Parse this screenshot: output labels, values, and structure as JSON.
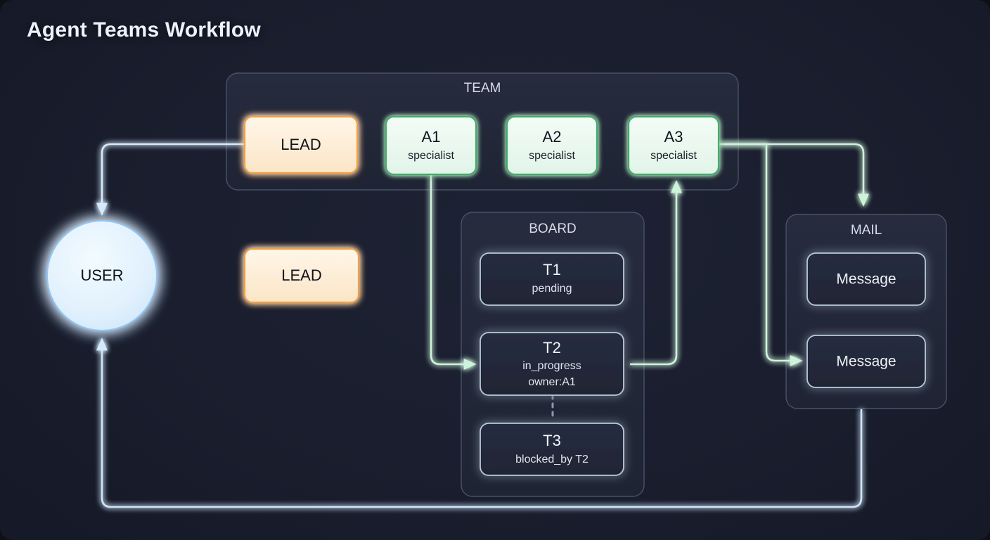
{
  "title": "Agent Teams Workflow",
  "theme": {
    "background": "#1a1e2e",
    "accent_blue": "#cfe6fb",
    "accent_green": "#c9f2d6",
    "accent_orange": "#f59f3c",
    "panel_fill": "#232839",
    "panel_border": "#4b5468",
    "node_dark_fill": "#232a3b",
    "node_dark_border": "#b9cadd",
    "lead_fill": "#fdf0dc",
    "lead_border": "#f0a143",
    "agent_fill": "#e9f7ee",
    "agent_border": "#3fae6a",
    "user_fill": "#ddeefc",
    "user_border": "#6fb6ef"
  },
  "nodes": {
    "user": {
      "label": "USER",
      "shape": "circle"
    },
    "lead_team": {
      "label": "LEAD",
      "shape": "rounded-rect"
    },
    "lead_main": {
      "label": "LEAD",
      "shape": "rounded-rect"
    }
  },
  "panels": {
    "team": {
      "title": "TEAM",
      "agents": [
        {
          "id": "A1",
          "name": "A1",
          "role": "specialist"
        },
        {
          "id": "A2",
          "name": "A2",
          "role": "specialist"
        },
        {
          "id": "A3",
          "name": "A3",
          "role": "specialist"
        }
      ]
    },
    "board": {
      "title": "BOARD",
      "tasks": [
        {
          "id": "T1",
          "name": "T1",
          "line2": "pending",
          "line3": ""
        },
        {
          "id": "T2",
          "name": "T2",
          "line2": "in_progress",
          "line3": "owner:A1"
        },
        {
          "id": "T3",
          "name": "T3",
          "line2": "blocked_by T2",
          "line3": ""
        }
      ]
    },
    "mail": {
      "title": "MAIL",
      "messages": [
        {
          "label": "Message"
        },
        {
          "label": "Message"
        }
      ]
    }
  },
  "edges": [
    {
      "from": "USER",
      "to": "LEAD",
      "color": "blue",
      "style": "solid"
    },
    {
      "from": "LEAD",
      "to": "USER",
      "color": "blue",
      "style": "solid"
    },
    {
      "from": "LEAD_team",
      "to": "LEAD",
      "color": "orange",
      "style": "double-arrow"
    },
    {
      "from": "LEAD",
      "to": "T1",
      "color": "blue",
      "style": "solid"
    },
    {
      "from": "A1",
      "to": "T2",
      "color": "green",
      "style": "solid"
    },
    {
      "from": "T2",
      "to": "A3",
      "color": "green",
      "style": "solid"
    },
    {
      "from": "A3",
      "to": "MAIL",
      "color": "green",
      "style": "solid"
    },
    {
      "from": "A3",
      "to": "Message",
      "color": "green",
      "style": "solid"
    },
    {
      "from": "T2",
      "to": "T3",
      "color": "gray",
      "style": "dashed"
    },
    {
      "from": "MAIL",
      "to": "USER",
      "color": "blue",
      "style": "solid"
    }
  ]
}
